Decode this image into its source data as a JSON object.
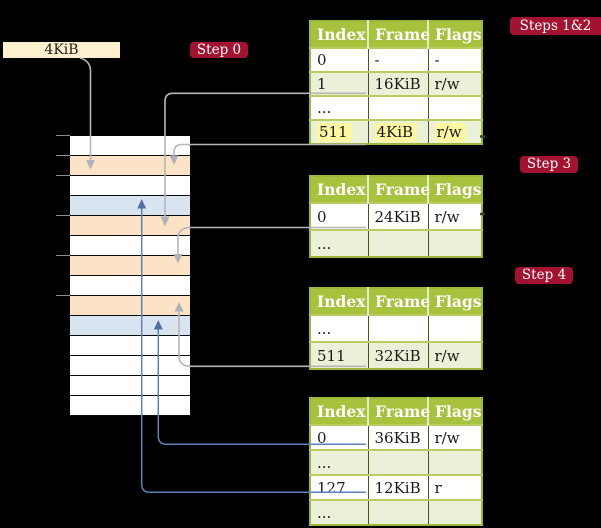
{
  "frame_size_label": {
    "text": "4KiB"
  },
  "badges": {
    "step0": "Step 0",
    "steps12": "Steps 1&2",
    "step3": "Step 3",
    "step4": "Step 4"
  },
  "memory": {
    "rows": [
      "free",
      "pagetable",
      "free",
      "page",
      "pagetable",
      "free",
      "pagetable",
      "free",
      "pagetable",
      "page",
      "free",
      "free",
      "free",
      "free"
    ]
  },
  "tables": {
    "headers": [
      "Index",
      "Frame",
      "Flags"
    ],
    "t1": {
      "rows": [
        {
          "index": "0",
          "frame": "-",
          "flags": "-"
        },
        {
          "index": "1",
          "frame": "16KiB",
          "flags": "r/w"
        },
        {
          "index": "...",
          "frame": "",
          "flags": ""
        },
        {
          "index": "511",
          "frame": "4KiB",
          "flags": "r/w",
          "highlighted": true
        }
      ]
    },
    "t2": {
      "rows": [
        {
          "index": "0",
          "frame": "24KiB",
          "flags": "r/w"
        },
        {
          "index": "...",
          "frame": "",
          "flags": ""
        }
      ]
    },
    "t3": {
      "rows": [
        {
          "index": "...",
          "frame": "",
          "flags": ""
        },
        {
          "index": "511",
          "frame": "32KiB",
          "flags": "r/w"
        }
      ]
    },
    "t4": {
      "rows": [
        {
          "index": "0",
          "frame": "36KiB",
          "flags": "r/w"
        },
        {
          "index": "...",
          "frame": "",
          "flags": ""
        },
        {
          "index": "127",
          "frame": "12KiB",
          "flags": "r"
        },
        {
          "index": "...",
          "frame": "",
          "flags": ""
        }
      ]
    }
  },
  "arrows": [
    {
      "id": "label-4kib-to-frame-4kib",
      "color": "gray"
    },
    {
      "id": "t1-entry1-to-frame-16kib",
      "color": "gray"
    },
    {
      "id": "t1-entry511-to-frame-4kib",
      "color": "gray"
    },
    {
      "id": "t2-entry0-to-frame-24kib",
      "color": "gray"
    },
    {
      "id": "t3-entry511-to-frame-32kib",
      "color": "gray"
    },
    {
      "id": "t4-entry0-to-frame-36kib",
      "color": "blue"
    },
    {
      "id": "t4-entry127-to-frame-12kib",
      "color": "blue"
    }
  ],
  "colors": {
    "badge_red": "#a31230",
    "table_green": "#a7c23d",
    "row_green": "#ebf1d9",
    "highlight_yellow": "#fdf7a2",
    "frame_orange": "#fde3c5",
    "frame_blue": "#d9e4f1",
    "label_cream": "#fbf1cf",
    "arrow_gray": "#b6b6b6",
    "arrow_blue": "#5f80b8"
  }
}
